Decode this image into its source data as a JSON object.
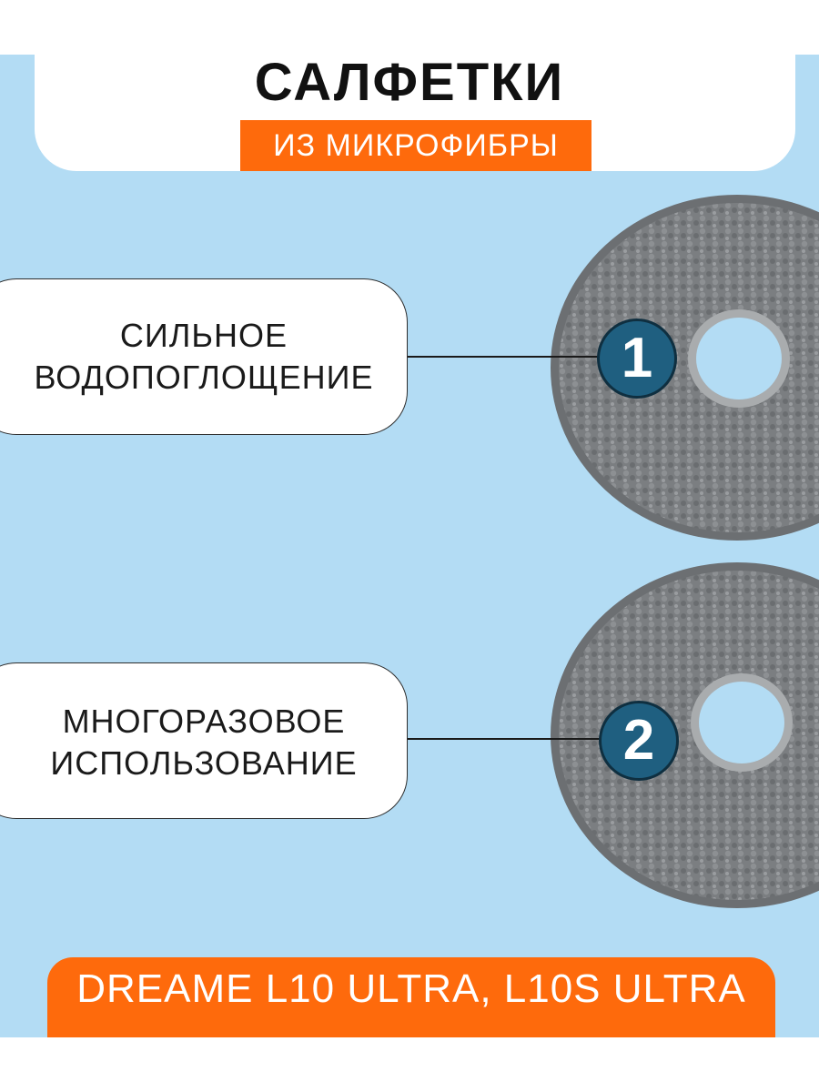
{
  "header": {
    "title": "САЛФЕТКИ",
    "subtitle": "ИЗ МИКРОФИБРЫ"
  },
  "features": [
    {
      "number": "1",
      "line1": "СИЛЬНОЕ",
      "line2": "ВОДОПОГЛОЩЕНИЕ"
    },
    {
      "number": "2",
      "line1": "МНОГОРАЗОВОЕ",
      "line2": "ИСПОЛЬЗОВАНИЕ"
    }
  ],
  "models": "DREAME L10 ULTRA, L10S ULTRA",
  "colors": {
    "background": "#b3dcf4",
    "accent": "#fe6a0c",
    "badge": "#1f5f80",
    "pad": "#7a7d80"
  },
  "icons": [
    "microfiber-mop-pad-image"
  ]
}
